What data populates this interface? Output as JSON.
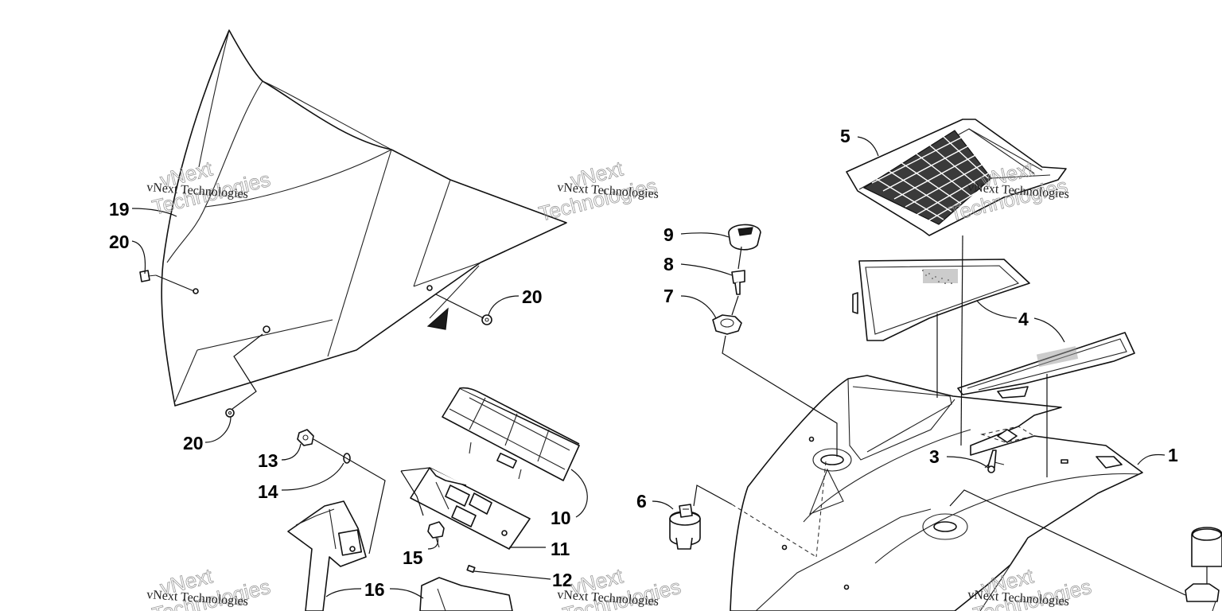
{
  "diagram": {
    "callouts": [
      {
        "id": "c1",
        "label": "1"
      },
      {
        "id": "c3",
        "label": "3"
      },
      {
        "id": "c4",
        "label": "4"
      },
      {
        "id": "c5",
        "label": "5"
      },
      {
        "id": "c6",
        "label": "6"
      },
      {
        "id": "c7",
        "label": "7"
      },
      {
        "id": "c8",
        "label": "8"
      },
      {
        "id": "c9",
        "label": "9"
      },
      {
        "id": "c10",
        "label": "10"
      },
      {
        "id": "c11",
        "label": "11"
      },
      {
        "id": "c12",
        "label": "12"
      },
      {
        "id": "c13",
        "label": "13"
      },
      {
        "id": "c14",
        "label": "14"
      },
      {
        "id": "c15",
        "label": "15"
      },
      {
        "id": "c16",
        "label": "16"
      },
      {
        "id": "c19",
        "label": "19"
      },
      {
        "id": "c20a",
        "label": "20"
      },
      {
        "id": "c20b",
        "label": "20"
      },
      {
        "id": "c20c",
        "label": "20"
      }
    ],
    "watermark": {
      "line1": "vNext Technologies",
      "line2a": "vNext",
      "line2b": "Technologies"
    }
  }
}
